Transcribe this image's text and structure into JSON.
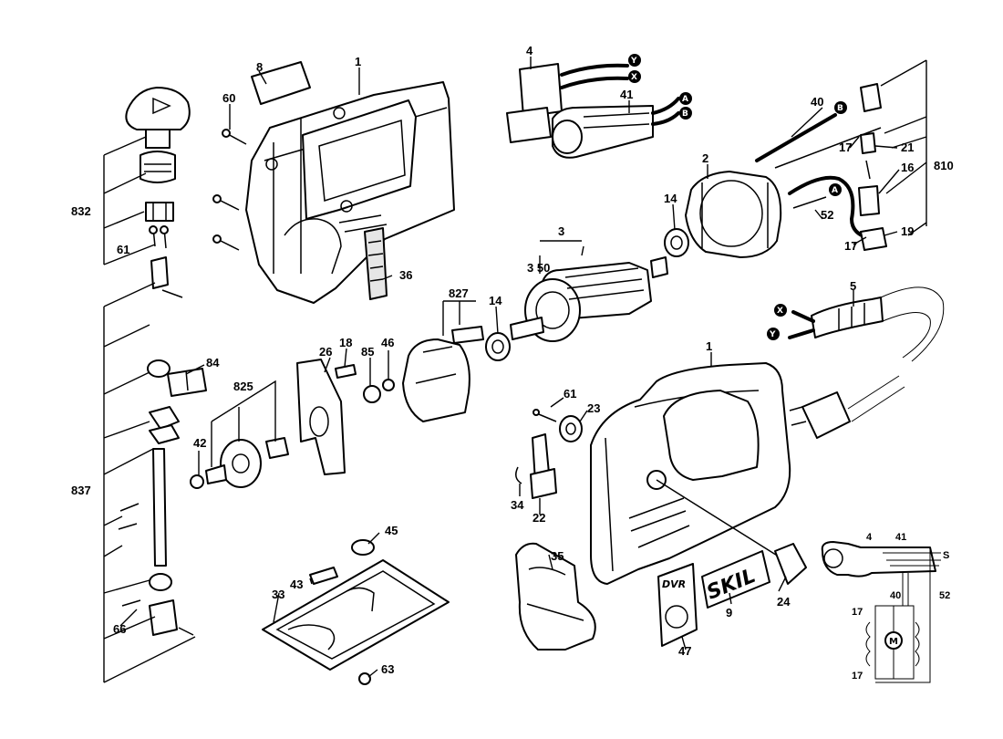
{
  "labels": {
    "p1a": "1",
    "p1b": "1",
    "p2": "2",
    "p3": "3",
    "p4": "4",
    "p5": "5",
    "p8": "8",
    "p9": "9",
    "p14a": "14",
    "p14b": "14",
    "p17a": "17",
    "p17b": "17",
    "p18": "18",
    "p19": "19",
    "p21": "21",
    "p16": "16",
    "p22": "22",
    "p23": "23",
    "p24": "24",
    "p26": "26",
    "p33": "33",
    "p34": "34",
    "p35": "35",
    "p36": "36",
    "p40": "40",
    "p41": "41",
    "p42": "42",
    "p43": "43",
    "p45": "45",
    "p46": "46",
    "p47": "47",
    "p52": "52",
    "p60": "60",
    "p61a": "61",
    "p61b": "61",
    "p63": "63",
    "p66": "66",
    "p84": "84",
    "p85": "85",
    "p350": "3 50",
    "p810": "810",
    "p825": "825",
    "p827": "827",
    "p832": "832",
    "p837": "837"
  },
  "badges": {
    "Y": "Y",
    "X": "X",
    "A": "A",
    "B": "B"
  },
  "brand": {
    "logo": "SKIL",
    "plate": "DVR"
  },
  "schematic": {
    "l4": "4",
    "l41": "41",
    "l40": "40",
    "l52": "52",
    "l17a": "17",
    "l17b": "17",
    "motor": "M",
    "out": "S"
  }
}
